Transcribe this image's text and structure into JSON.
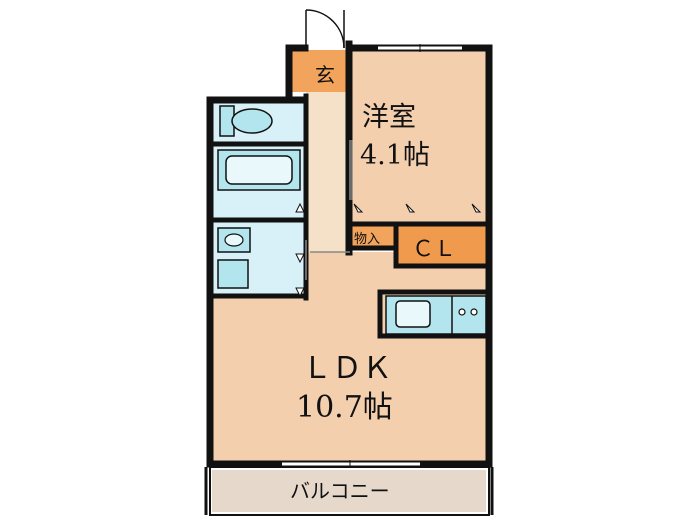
{
  "rooms": {
    "western_room": {
      "name": "洋室",
      "size": "4.1帖"
    },
    "ldk": {
      "name": "ＬＤＫ",
      "size": "10.7帖"
    },
    "entrance": "玄",
    "storage": "物入",
    "closet": "ＣＬ",
    "balcony": "バルコニー"
  },
  "colors": {
    "room_fill": "#f3cfae",
    "entrance_fill": "#f2a35c",
    "closet_fill": "#f09a4e",
    "wet_area_fill": "#d8f0f8",
    "fixture_fill": "#b3e5ef",
    "balcony_fill": "#e6d9cc",
    "hall_fill": "#f5e0c8",
    "wall": "#111111"
  },
  "icons": [
    "toilet-icon",
    "bathtub-icon",
    "washbasin-icon",
    "washing-machine-icon",
    "kitchen-sink-icon",
    "stove-icon",
    "door-swing-icon"
  ]
}
